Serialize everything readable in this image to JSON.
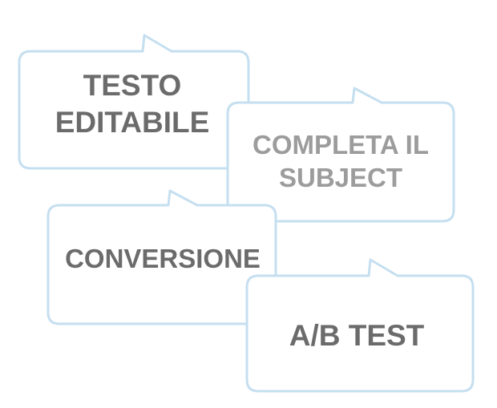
{
  "diagram": {
    "bubbles": [
      {
        "id": "testo",
        "lines": [
          "TESTO",
          "EDITABILE"
        ]
      },
      {
        "id": "completa",
        "lines": [
          "COMPLETA IL",
          "SUBJECT"
        ]
      },
      {
        "id": "conversione",
        "lines": [
          "CONVERSIONE"
        ]
      },
      {
        "id": "abtest",
        "lines": [
          "A/B TEST"
        ]
      }
    ],
    "colors": {
      "bubble_border": "#c5dff0",
      "bubble_fill": "#ffffff",
      "text_dark": "#6b6b6b",
      "text_light": "#9c9c9c"
    }
  }
}
